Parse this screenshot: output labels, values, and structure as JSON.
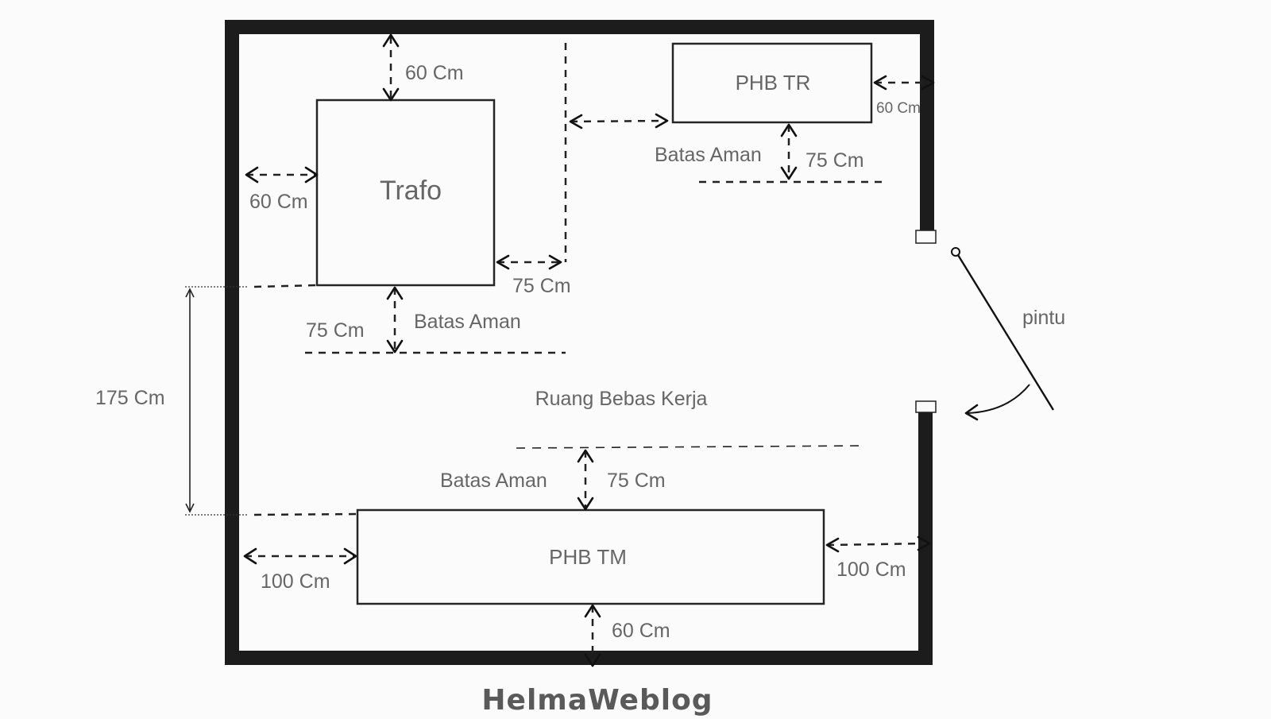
{
  "diagram": {
    "equipment": {
      "trafo": "Trafo",
      "phb_tr": "PHB TR",
      "phb_tm": "PHB TM"
    },
    "labels": {
      "trafo_top": "60 Cm",
      "trafo_left": "60 Cm",
      "trafo_right": "75 Cm",
      "trafo_bottom": "75 Cm",
      "trafo_batas": "Batas Aman",
      "phbtr_right": "60 Cm",
      "phbtr_batas": "Batas Aman",
      "phbtr_bottom": "75 Cm",
      "workspace": "Ruang Bebas Kerja",
      "door": "pintu",
      "left_dim": "175 Cm",
      "phbtm_batas": "Batas Aman",
      "phbtm_top": "75 Cm",
      "phbtm_left": "100 Cm",
      "phbtm_right": "100 Cm",
      "phbtm_bottom": "60 Cm"
    },
    "watermark": "HelmaWeblog"
  }
}
